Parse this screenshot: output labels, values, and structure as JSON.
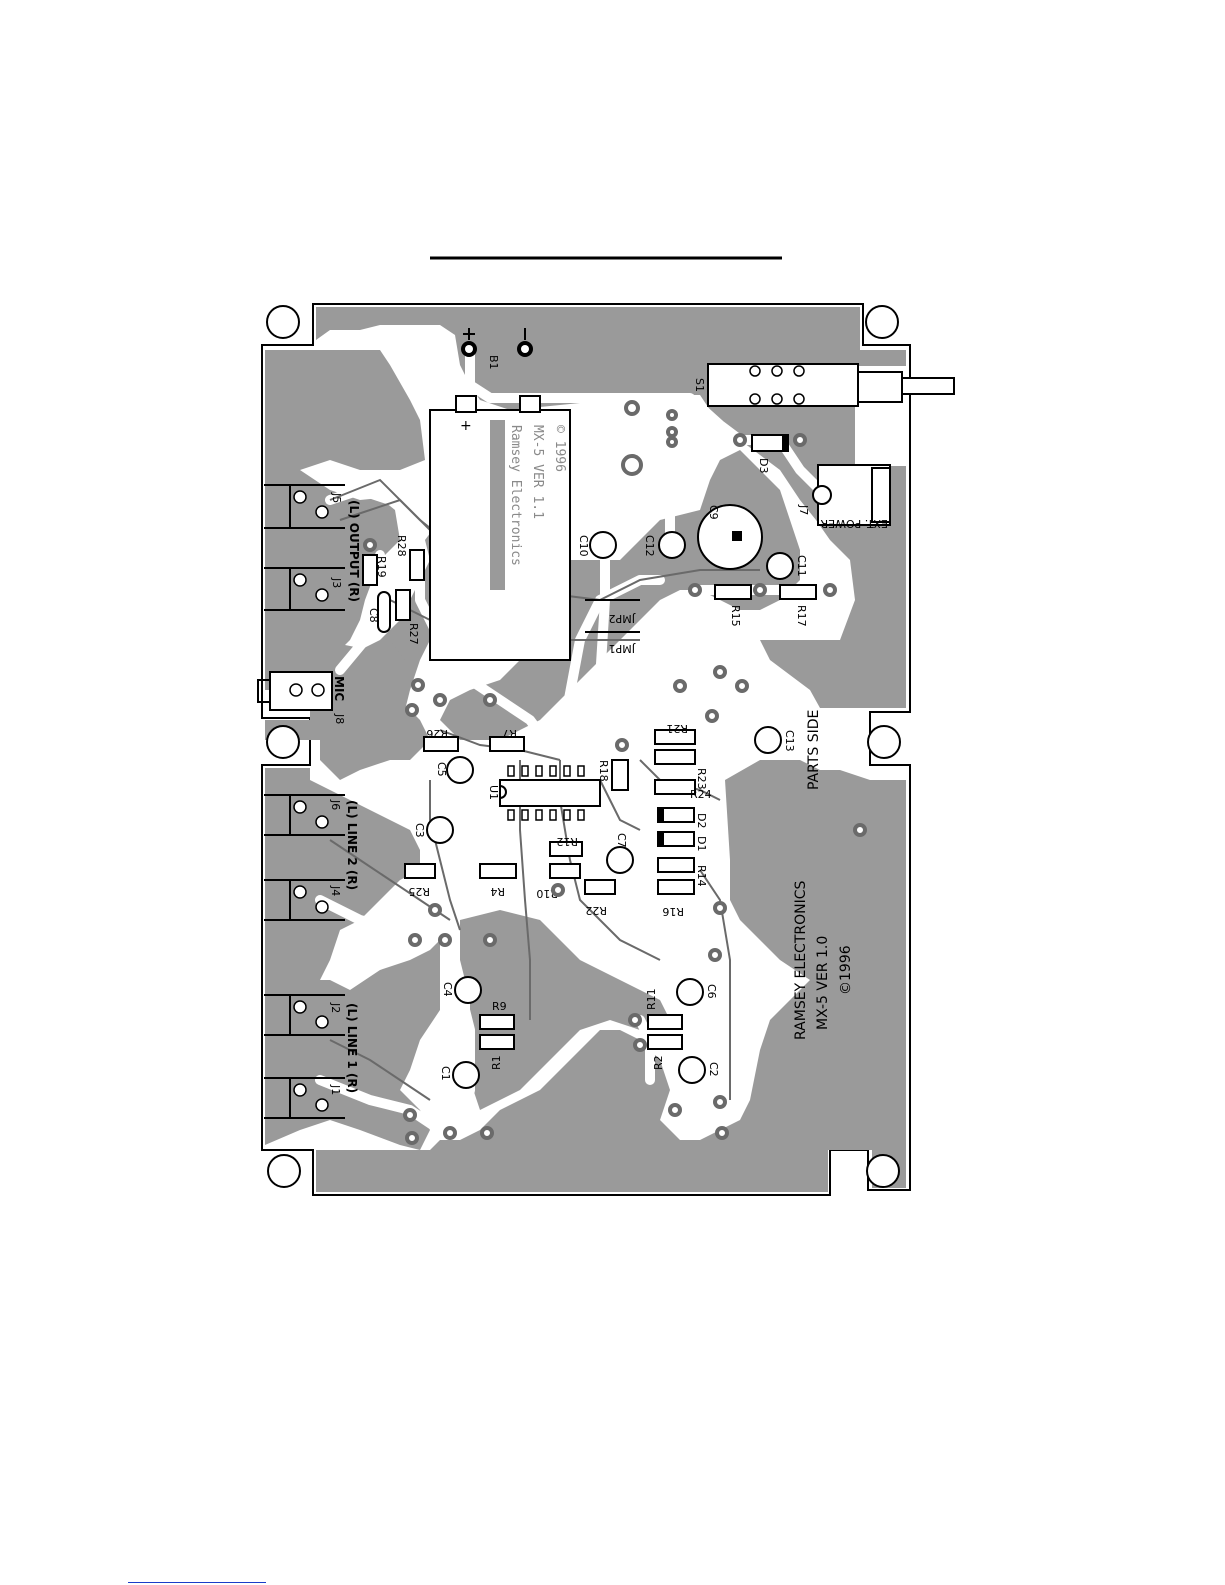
{
  "board": {
    "labels": {
      "parts_side": "PARTS SIDE",
      "maker": "RAMSEY ELECTRONICS",
      "model": "MX-5 VER 1.0",
      "copyright": "©1996",
      "ghost_maker": "Ramsey Electronics",
      "ghost_model": "MX-5 VER 1.1",
      "ghost_copyright": "© 1996",
      "output": "(L) OUTPUT (R)",
      "line2": "(L) LINE 2 (R)",
      "line1": "(L) LINE 1 (R)",
      "mic": "MIC",
      "ext_power": "EXT. POWER",
      "battery_plus": "+"
    },
    "parts": {
      "B1": "B1",
      "S1": "S1",
      "D3": "D3",
      "J7": "J7",
      "C9": "C9",
      "C10": "C10",
      "C12": "C12",
      "C11": "C11",
      "R15": "R15",
      "R17": "R17",
      "JMP2": "JMP2",
      "JMP1": "JMP1",
      "J5": "J5",
      "J3": "J3",
      "R19": "R19",
      "R28": "R28",
      "R27": "R27",
      "C8": "C8",
      "J8": "J8",
      "R26": "R26",
      "R7": "R7",
      "C5": "C5",
      "U1": "U1",
      "R18": "R18",
      "R21": "R21",
      "R23": "R23",
      "R24": "R24",
      "D2": "D2",
      "D1": "D1",
      "C13": "C13",
      "J6": "J6",
      "C3": "C3",
      "R12": "R12",
      "C7": "C7",
      "R14": "R14",
      "J4": "J4",
      "R25": "R25",
      "R4": "R4",
      "R10": "R10",
      "R22": "R22",
      "R16": "R16",
      "C4": "C4",
      "R9": "R9",
      "R1": "R1",
      "J2": "J2",
      "C1": "C1",
      "J1": "J1",
      "R11": "R11",
      "R2": "R2",
      "C6": "C6",
      "C2": "C2"
    }
  }
}
